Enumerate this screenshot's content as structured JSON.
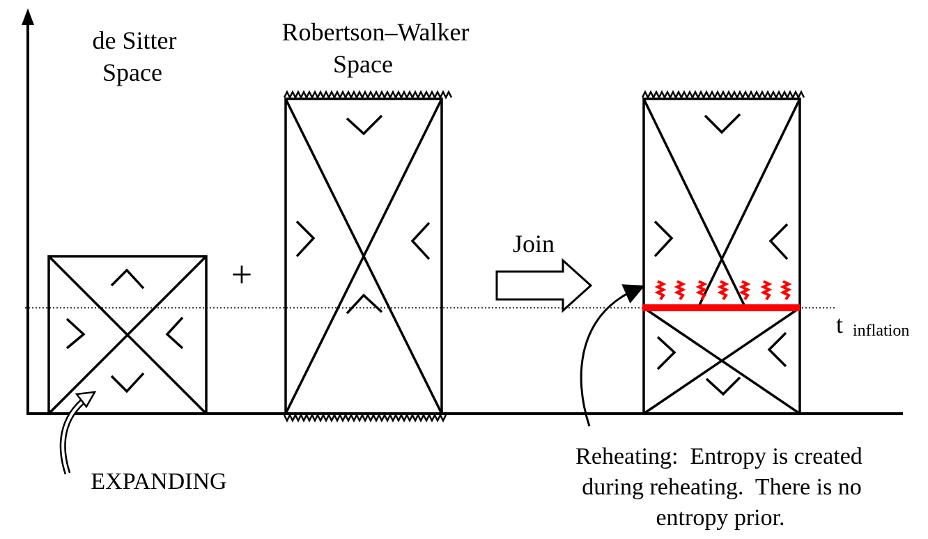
{
  "labels": {
    "de_sitter_line1": "de Sitter",
    "de_sitter_line2": "Space",
    "rw_line1": "Robertson–Walker",
    "rw_line2": "Space",
    "plus": "+",
    "join": "Join",
    "t": "t",
    "t_sub": "inflation",
    "expanding": "EXPANDING",
    "reheating_line1": "Reheating:  Entropy is created",
    "reheating_line2": "during reheating.  There is no",
    "reheating_line3": "entropy prior."
  },
  "colors": {
    "ink": "#000000",
    "reheat": "#ff0000"
  }
}
